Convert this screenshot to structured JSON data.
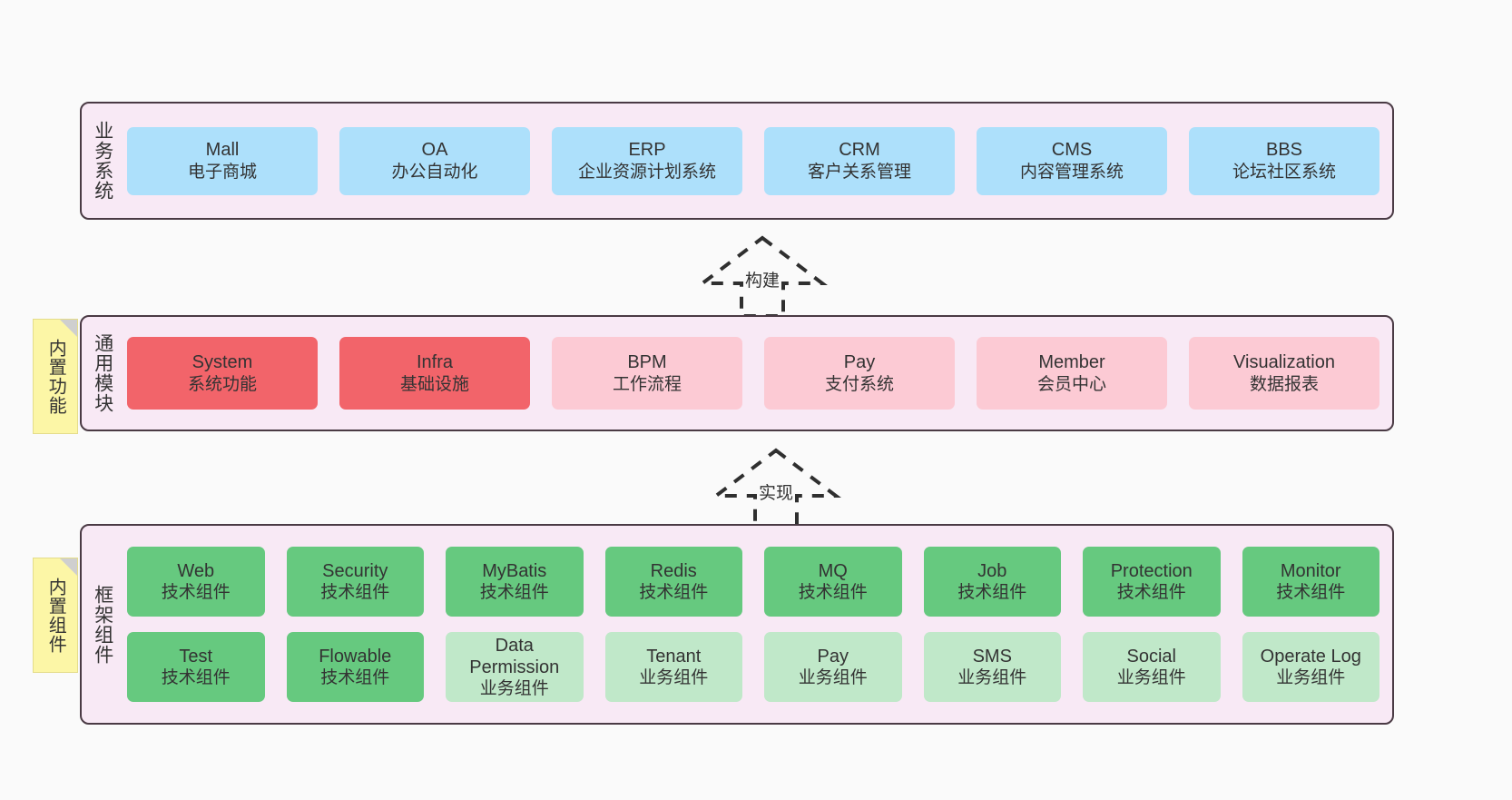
{
  "diagram": {
    "background": "#fafafa",
    "colors": {
      "layer_fill": "#f8e9f5",
      "layer_border": "#4a3a44",
      "blue": "#ade0fb",
      "red": "#f2646a",
      "pink": "#fccad4",
      "green": "#66c97f",
      "green_light": "#c0e8c9",
      "note_fill": "#fcf6a6",
      "note_fold": "#cfcfcf",
      "text": "#333333"
    }
  },
  "layers": {
    "business": {
      "title": "业务系统",
      "cards": [
        {
          "en": "Mall",
          "cn": "电子商城",
          "color": "blue"
        },
        {
          "en": "OA",
          "cn": "办公自动化",
          "color": "blue"
        },
        {
          "en": "ERP",
          "cn": "企业资源计划系统",
          "color": "blue"
        },
        {
          "en": "CRM",
          "cn": "客户关系管理",
          "color": "blue"
        },
        {
          "en": "CMS",
          "cn": "内容管理系统",
          "color": "blue"
        },
        {
          "en": "BBS",
          "cn": "论坛社区系统",
          "color": "blue"
        }
      ]
    },
    "common": {
      "title": "通用模块",
      "note": "内置功能",
      "cards": [
        {
          "en": "System",
          "cn": "系统功能",
          "color": "red"
        },
        {
          "en": "Infra",
          "cn": "基础设施",
          "color": "red"
        },
        {
          "en": "BPM",
          "cn": "工作流程",
          "color": "pink"
        },
        {
          "en": "Pay",
          "cn": "支付系统",
          "color": "pink"
        },
        {
          "en": "Member",
          "cn": "会员中心",
          "color": "pink"
        },
        {
          "en": "Visualization",
          "cn": "数据报表",
          "color": "pink"
        }
      ]
    },
    "framework": {
      "title": "框架组件",
      "note": "内置组件",
      "row1": [
        {
          "en": "Web",
          "cn": "技术组件",
          "color": "green"
        },
        {
          "en": "Security",
          "cn": "技术组件",
          "color": "green"
        },
        {
          "en": "MyBatis",
          "cn": "技术组件",
          "color": "green"
        },
        {
          "en": "Redis",
          "cn": "技术组件",
          "color": "green"
        },
        {
          "en": "MQ",
          "cn": "技术组件",
          "color": "green"
        },
        {
          "en": "Job",
          "cn": "技术组件",
          "color": "green"
        },
        {
          "en": "Protection",
          "cn": "技术组件",
          "color": "green"
        },
        {
          "en": "Monitor",
          "cn": "技术组件",
          "color": "green"
        }
      ],
      "row2": [
        {
          "en": "Test",
          "cn": "技术组件",
          "color": "green"
        },
        {
          "en": "Flowable",
          "cn": "技术组件",
          "color": "green"
        },
        {
          "en": "Data Permission",
          "cn": "业务组件",
          "color": "green-light"
        },
        {
          "en": "Tenant",
          "cn": "业务组件",
          "color": "green-light"
        },
        {
          "en": "Pay",
          "cn": "业务组件",
          "color": "green-light"
        },
        {
          "en": "SMS",
          "cn": "业务组件",
          "color": "green-light"
        },
        {
          "en": "Social",
          "cn": "业务组件",
          "color": "green-light"
        },
        {
          "en": "Operate Log",
          "cn": "业务组件",
          "color": "green-light"
        }
      ]
    }
  },
  "connectors": [
    {
      "id": "build",
      "label": "构建"
    },
    {
      "id": "implement",
      "label": "实现"
    }
  ]
}
